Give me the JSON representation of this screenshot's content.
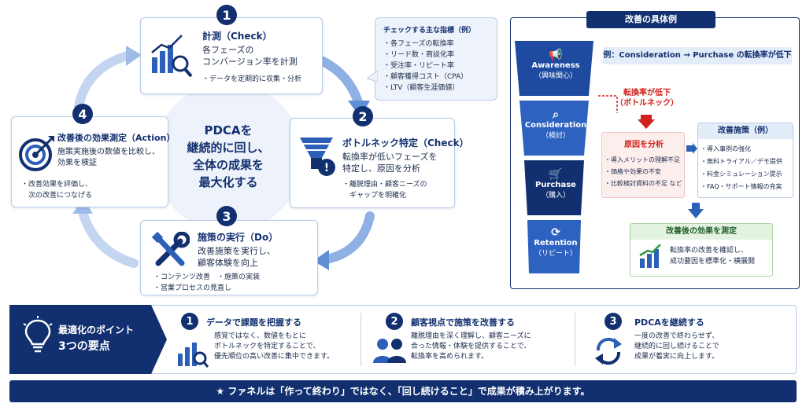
{
  "cycle": {
    "center_lines": [
      "PDCAを",
      "継続的に回し、",
      "全体の成果を",
      "最大化する"
    ],
    "step1": {
      "num": "1",
      "title": "計測（Check）",
      "desc": [
        "各フェーズの",
        "コンバージョン率を計測"
      ],
      "note": "・データを定期的に収集・分析"
    },
    "step2": {
      "num": "2",
      "title": "ボトルネック特定（Check）",
      "desc": [
        "転換率が低いフェーズを",
        "特定し、原因を分析"
      ],
      "note": [
        "・離脱理由・顧客ニーズの",
        "　ギャップを明確化"
      ]
    },
    "step3": {
      "num": "3",
      "title": "施策の実行（Do）",
      "desc": [
        "改善施策を実行し、",
        "顧客体験を向上"
      ],
      "note": [
        "・コンテンツ改善　・施策の実装",
        "・営業プロセスの見直し"
      ]
    },
    "step4": {
      "num": "4",
      "title": "改善後の効果測定（Action）",
      "desc": [
        "施策実施後の数値を比較し、",
        "効果を検証"
      ],
      "note": [
        "・改善効果を評価し、",
        "　次の改善につなげる"
      ]
    }
  },
  "metrics": {
    "title": "チェックする主な指標（例）",
    "items": [
      "・各フェーズの転換率",
      "・リード数・商談化率",
      "・受注率・リピート率",
      "・顧客獲得コスト（CPA）",
      "・LTV（顧客生涯価値）"
    ]
  },
  "example": {
    "title": "改善の具体例",
    "funnel": [
      {
        "name": "Awareness",
        "sub": "（興味関心）"
      },
      {
        "name": "Consideration",
        "sub": "（検討）"
      },
      {
        "name": "Purchase",
        "sub": "（購入）"
      },
      {
        "name": "Retention",
        "sub": "（リピート）"
      }
    ],
    "callout": "例：Consideration → Purchase の転換率が低下",
    "bottleneck": [
      "転換率が低下",
      "（ボトルネック）"
    ],
    "cause": {
      "title": "原因を分析",
      "items": [
        "・導入メリットの理解不足",
        "・価格や効果の不安",
        "・比較検討資料の不足 など"
      ]
    },
    "measures": {
      "title": "改善施策（例）",
      "items": [
        "・導入事例の強化",
        "・無料トライアル／デモ提供",
        "・料金シミュレーション提示",
        "・FAQ・サポート情報の充実"
      ]
    },
    "effect": {
      "title": "改善後の効果を測定",
      "desc": [
        "転換率の改善を確認し、",
        "成功要因を標準化・横展開"
      ]
    }
  },
  "points": {
    "header": [
      "最適化のポイント",
      "3つの要点"
    ],
    "items": [
      {
        "num": "1",
        "title": "データで課題を把握する",
        "desc": [
          "感覚ではなく、数値をもとに",
          "ボトルネックを特定することで、",
          "優先順位の高い改善に集中できます。"
        ]
      },
      {
        "num": "2",
        "title": "顧客視点で施策を改善する",
        "desc": [
          "離脱理由を深く理解し、顧客ニーズに",
          "合った情報・体験を提供することで、",
          "転換率を高められます。"
        ]
      },
      {
        "num": "3",
        "title": "PDCAを継続する",
        "desc": [
          "一度の改善で終わらせず、",
          "継続的に回し続けることで",
          "成果が着実に向上します。"
        ]
      }
    ]
  },
  "footer": "★ ファネルは「作って終わり」ではなく、「回し続けること」で成果が積み上がります。"
}
